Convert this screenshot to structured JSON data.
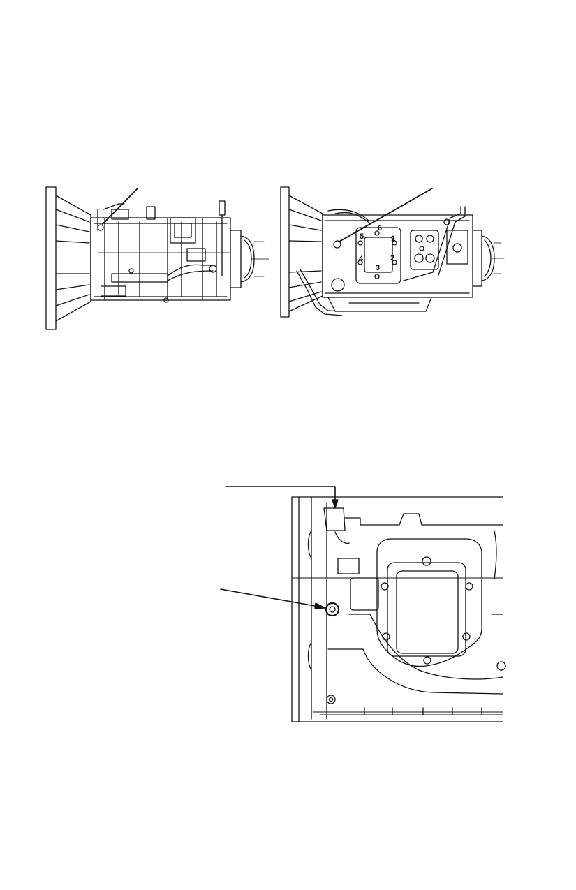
{
  "figures": {
    "left_view": {
      "label": "transmission-left-side-view"
    },
    "right_view": {
      "label": "transmission-right-side-view",
      "bolt_numbers": [
        "1",
        "2",
        "3",
        "4",
        "5",
        "6"
      ]
    },
    "detail_view": {
      "label": "pto-cover-detail-view"
    }
  },
  "colors": {
    "line": "#111111",
    "background": "#ffffff"
  }
}
